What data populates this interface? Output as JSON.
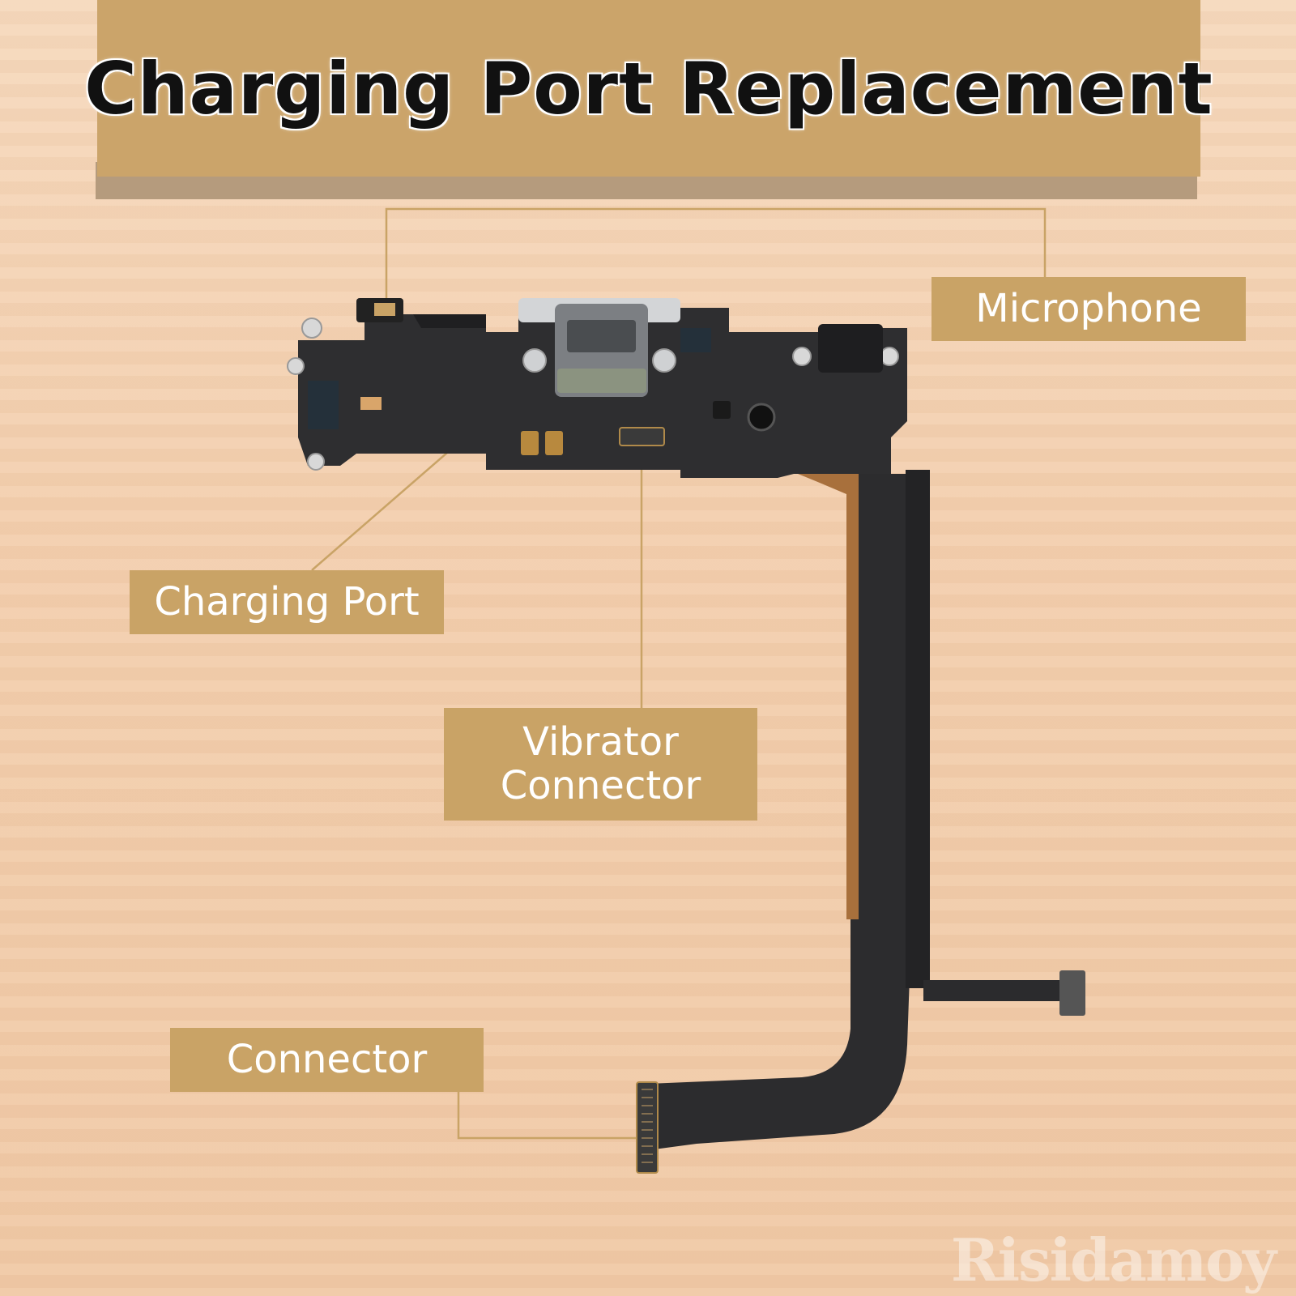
{
  "banner": {
    "title": "Charging Port Replacement"
  },
  "labels": {
    "microphone": "Microphone",
    "charging_port": "Charging Port",
    "vibrator_line1": "Vibrator",
    "vibrator_line2": "Connector",
    "connector": "Connector"
  },
  "watermark": "Risidamoy",
  "colors": {
    "banner": "#cba46a",
    "label_bg": "#c9a366",
    "leader_line": "#c9a366",
    "flex_cable": "#2c2c2e",
    "copper": "#a8703c"
  }
}
